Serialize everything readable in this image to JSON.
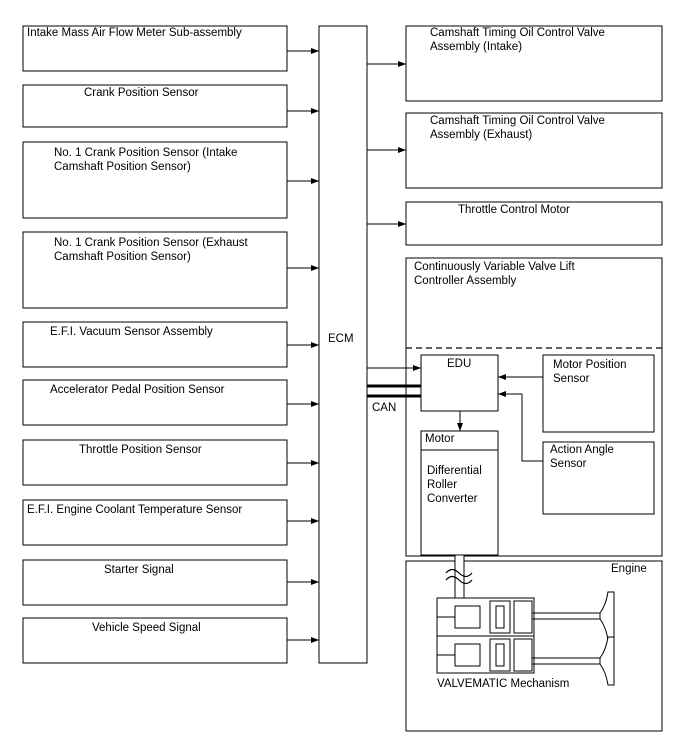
{
  "inputs": [
    "Intake Mass Air Flow Meter Sub-assembly",
    "Crank Position Sensor",
    "No. 1 Crank Position Sensor (Intake\nCamshaft Position Sensor)",
    "No. 1 Crank Position Sensor (Exhaust\nCamshaft Position Sensor)",
    "E.F.I. Vacuum Sensor Assembly",
    "Accelerator Pedal Position Sensor",
    "Throttle Position Sensor",
    "E.F.I. Engine Coolant Temperature Sensor",
    "Starter Signal",
    "Vehicle Speed Signal"
  ],
  "ecm": "ECM",
  "outputs": [
    "Camshaft Timing Oil Control Valve\nAssembly (Intake)",
    "Camshaft Timing Oil Control Valve\nAssembly (Exhaust)",
    "Throttle Control Motor"
  ],
  "cvvl": {
    "title": "Continuously Variable Valve Lift\nController Assembly",
    "edu": "EDU",
    "motor": "Motor",
    "converter": "Differential\nRoller\nConverter",
    "motor_position_sensor": "Motor Position\nSensor",
    "action_angle_sensor": "Action Angle\nSensor"
  },
  "can": "CAN",
  "engine": {
    "title": "Engine",
    "mechanism": "VALVEMATIC Mechanism"
  }
}
